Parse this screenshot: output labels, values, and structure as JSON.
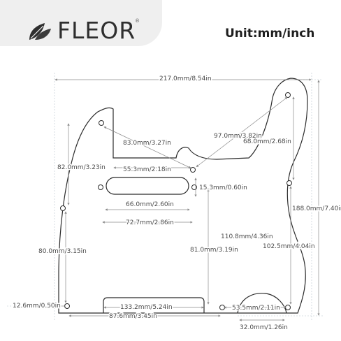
{
  "brand": {
    "name": "FLEOR",
    "reg_mark": "®",
    "logo_icon": "leaf-logo-icon"
  },
  "header": {
    "unit_label": "Unit:mm/inch"
  },
  "dimensions": {
    "overall_width": "217.0mm/8.54in",
    "overall_height": "188.0mm/7.40in",
    "neck_screw_to_notch": "83.0mm/3.27in",
    "upper_right_screws": "97.0mm/3.82in",
    "right_side_upper": "68.0mm/2.68in",
    "left_side_upper": "82.0mm/3.23in",
    "notch_width": "55.3mm/2.18in",
    "pickup_slot_height": "15.3mm/0.60in",
    "pickup_slot_width": "66.0mm/2.60in",
    "pickup_span": "72.7mm/2.86in",
    "center_vertical": "110.8mm/4.36in",
    "right_side_lower": "102.5mm/4.04in",
    "left_side_lower": "80.0mm/3.15in",
    "center_lower": "81.0mm/3.19in",
    "bottom_left_edge": "12.6mm/0.50in",
    "bottom_cutout_width": "133.2mm/5.24in",
    "bottom_right_span": "53.5mm/2.11in",
    "bottom_screw_span": "87.6mm/3.45in",
    "bottom_arc_width": "32.0mm/1.26in"
  }
}
